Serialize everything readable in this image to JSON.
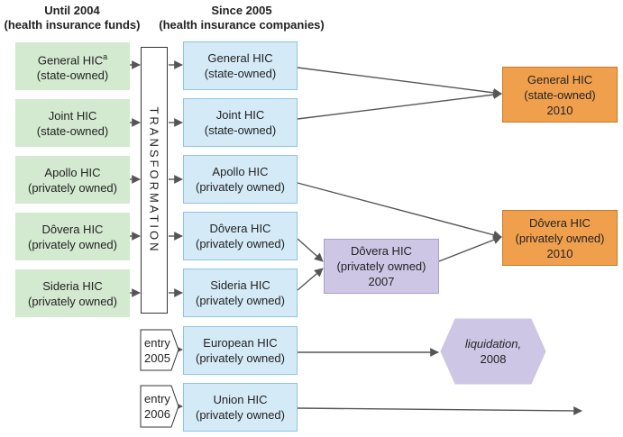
{
  "headers": {
    "left_line1": "Until 2004",
    "left_line2": "(health insurance funds)",
    "right_line1": "Since 2005",
    "right_line2": "(health insurance companies)"
  },
  "funds": [
    {
      "name": "General HIC",
      "sup": "a",
      "status": "(state-owned)"
    },
    {
      "name": "Joint HIC",
      "sup": "",
      "status": "(state-owned)"
    },
    {
      "name": "Apollo HIC",
      "sup": "",
      "status": "(privately owned)"
    },
    {
      "name": "Dôvera HIC",
      "sup": "",
      "status": "(privately owned)"
    },
    {
      "name": "Sideria HIC",
      "sup": "",
      "status": "(privately owned)"
    }
  ],
  "transformation_label": "TRANSFORMATION",
  "companies": [
    {
      "name": "General HIC",
      "status": "(state-owned)"
    },
    {
      "name": "Joint HIC",
      "status": "(state-owned)"
    },
    {
      "name": "Apollo HIC",
      "status": "(privately owned)"
    },
    {
      "name": "Dôvera HIC",
      "status": "(privately owned)"
    },
    {
      "name": "Sideria HIC",
      "status": "(privately owned)"
    },
    {
      "name": "European HIC",
      "status": "(privately owned)"
    },
    {
      "name": "Union HIC",
      "status": "(privately owned)"
    }
  ],
  "entries": [
    {
      "label": "entry",
      "year": "2005"
    },
    {
      "label": "entry",
      "year": "2006"
    }
  ],
  "merger_2007": {
    "name": "Dôvera HIC",
    "status": "(privately owned)",
    "year": "2007"
  },
  "merger_general_2010": {
    "name": "General HIC",
    "status": "(state-owned)",
    "year": "2010"
  },
  "merger_dovera_2010": {
    "name": "Dôvera HIC",
    "status": "(privately owned)",
    "year": "2010"
  },
  "liquidation": {
    "label": "liquidation,",
    "year": "2008"
  },
  "colors": {
    "fund_fill": "#d3e9d0",
    "company_fill": "#d4eaf7",
    "merger_2007_fill": "#cdc6e4",
    "merger_2010_fill": "#f0a04d",
    "liquidation_fill": "#cdc6e4",
    "arrow": "#555555"
  }
}
